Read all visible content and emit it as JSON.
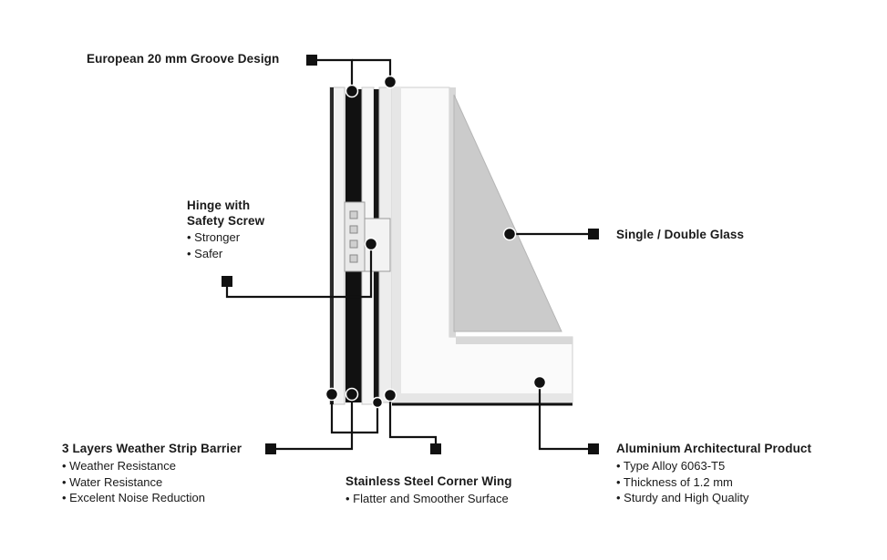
{
  "callouts": {
    "groove": {
      "title": "European 20 mm Groove Design"
    },
    "hinge": {
      "title_line1": "Hinge with",
      "title_line2": "Safety Screw",
      "bullets": [
        "• Stronger",
        "• Safer"
      ]
    },
    "glass": {
      "title": "Single / Double Glass"
    },
    "weather": {
      "title": "3 Layers Weather Strip Barrier",
      "bullets": [
        "• Weather Resistance",
        "• Water Resistance",
        "• Excelent Noise Reduction"
      ]
    },
    "corner": {
      "title": "Stainless Steel Corner Wing",
      "bullets": [
        "• Flatter and Smoother Surface"
      ]
    },
    "aluminium": {
      "title": "Aluminium Architectural Product",
      "bullets": [
        "• Type Alloy 6063-T5",
        "• Thickness of 1.2 mm",
        "• Sturdy and High Quality"
      ]
    }
  },
  "colors": {
    "ink": "#1a1a1a",
    "glass": "#c9c9c9",
    "frame": "#f4f4f4",
    "frame_shade": "#e2e2e2"
  }
}
